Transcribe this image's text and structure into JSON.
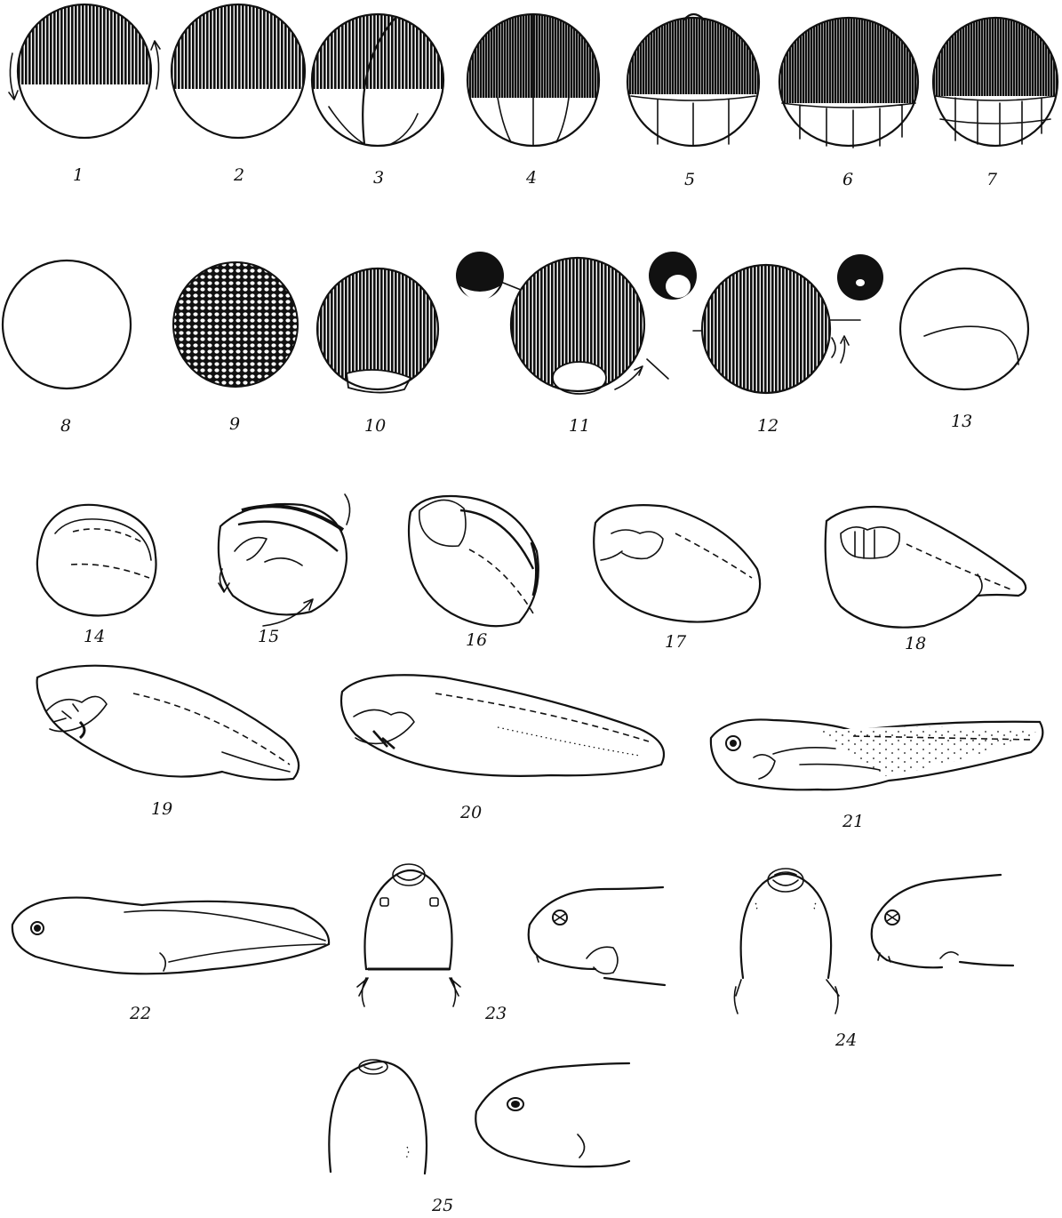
{
  "figure": {
    "stages": [
      {
        "label": "1"
      },
      {
        "label": "2"
      },
      {
        "label": "3"
      },
      {
        "label": "4"
      },
      {
        "label": "5"
      },
      {
        "label": "6"
      },
      {
        "label": "7"
      },
      {
        "label": "8"
      },
      {
        "label": "9"
      },
      {
        "label": "10"
      },
      {
        "label": "11"
      },
      {
        "label": "12"
      },
      {
        "label": "13"
      },
      {
        "label": "14"
      },
      {
        "label": "15"
      },
      {
        "label": "16"
      },
      {
        "label": "17"
      },
      {
        "label": "18"
      },
      {
        "label": "19"
      },
      {
        "label": "20"
      },
      {
        "label": "21"
      },
      {
        "label": "22"
      },
      {
        "label": "23"
      },
      {
        "label": "24"
      },
      {
        "label": "25"
      }
    ]
  }
}
